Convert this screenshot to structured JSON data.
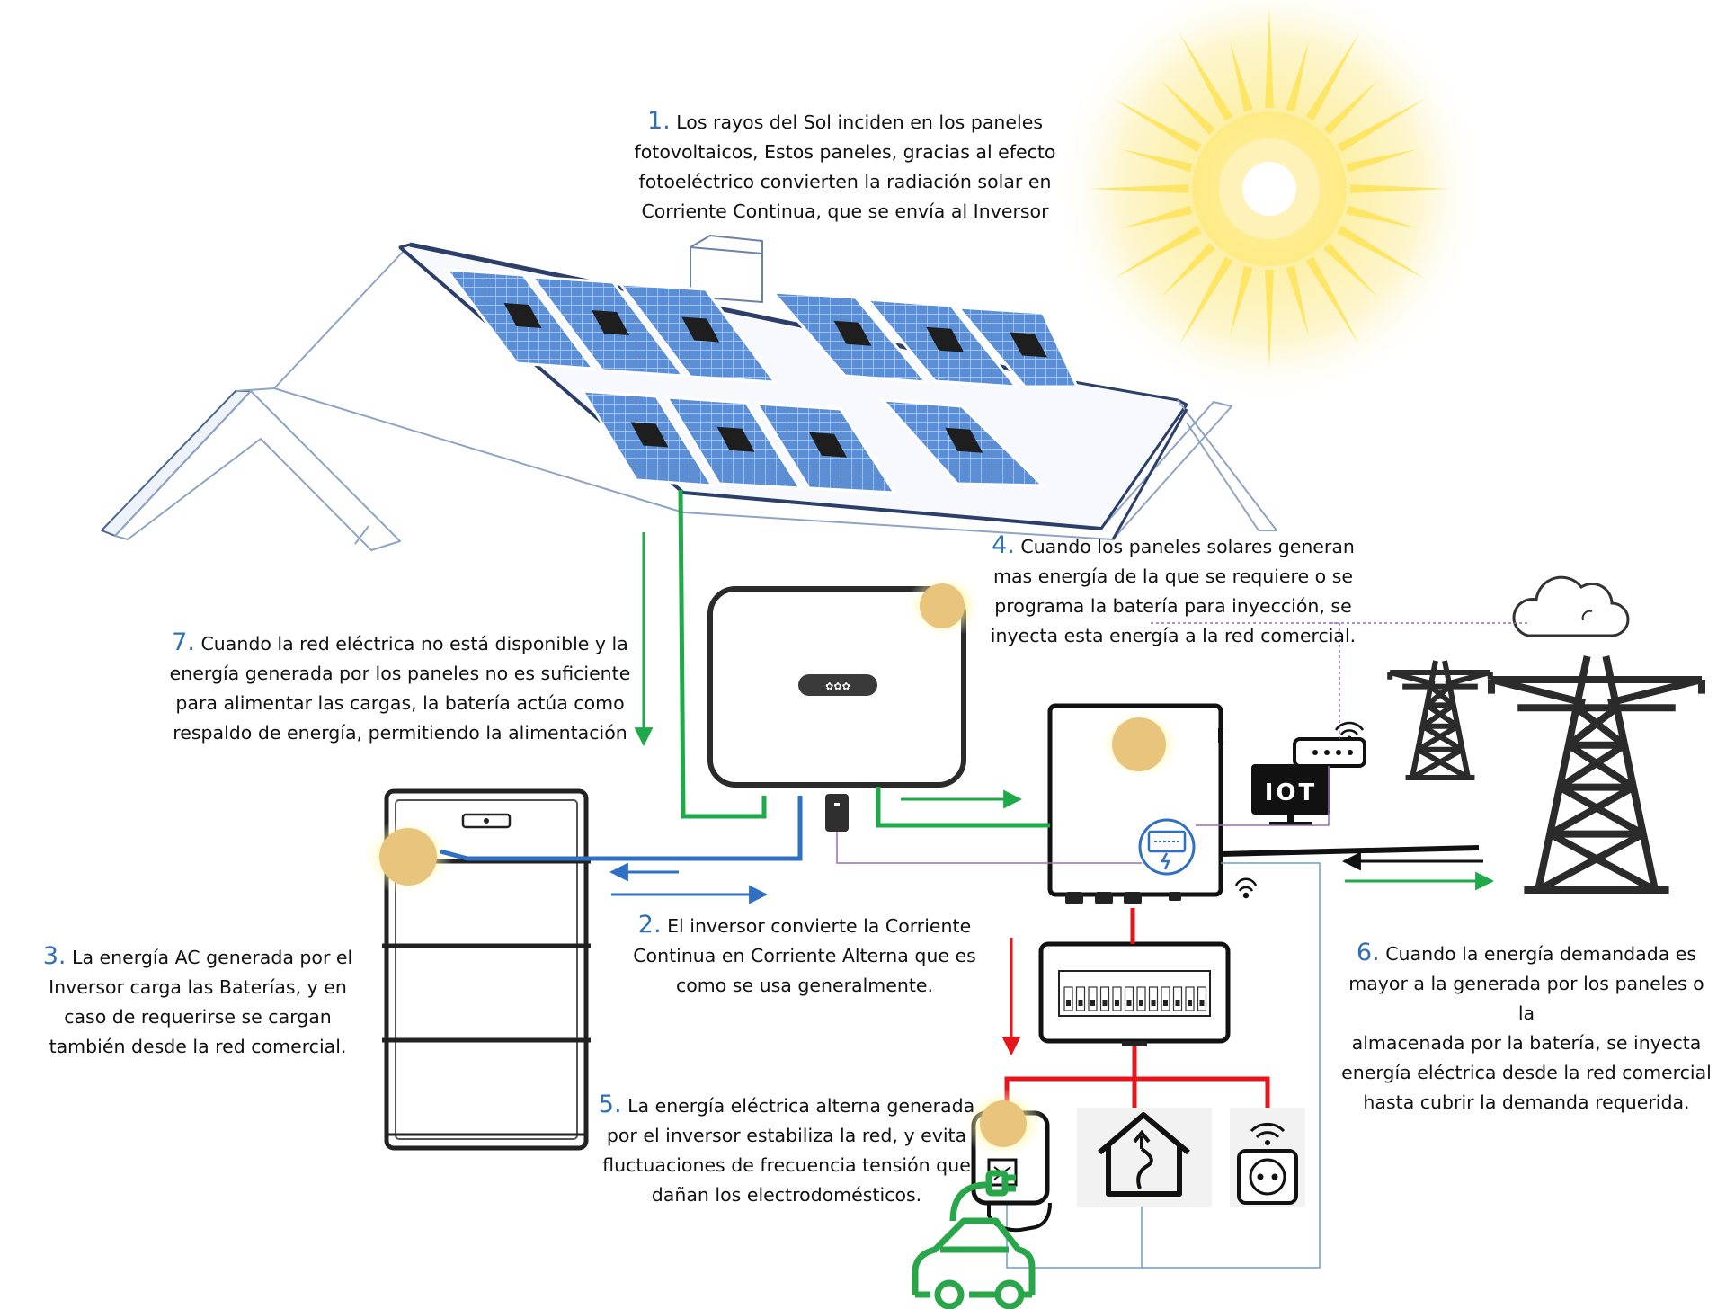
{
  "annotations": [
    {
      "number": "1.",
      "text": "Los rayos del Sol inciden en los paneles\nfotovoltaicos, Estos paneles, gracias al efecto\nfotoeléctrico convierten la radiación solar en\nCorriente Continua, que se envía al Inversor"
    },
    {
      "number": "2.",
      "text": "El inversor convierte la Corriente\nContinua en Corriente Alterna que es\ncomo se usa generalmente."
    },
    {
      "number": "3.",
      "text": "La energía AC generada por el\nInversor carga las Baterías, y en\ncaso de requerirse se cargan\ntambién desde la red comercial."
    },
    {
      "number": "4.",
      "text": "Cuando los paneles solares generan\nmas energía de la que se requiere o se\nprograma la batería para inyección, se\ninyecta esta energía a la red comercial."
    },
    {
      "number": "5.",
      "text": "La energía eléctrica alterna generada\npor el inversor estabiliza la red, y evita\nfluctuaciones de frecuencia tensión que\ndañan los electrodomésticos."
    },
    {
      "number": "6.",
      "text": "Cuando la energía demandada es\nmayor a la generada por los paneles o la\nalmacenada por la batería, se inyecta\nenergía eléctrica desde la red comercial\nhasta cubrir la demanda requerida."
    },
    {
      "number": "7.",
      "text": "Cuando la red eléctrica no está disponible y la\nenergía generada por los paneles no es suficiente\npara alimentar las cargas, la batería actúa como\nrespaldo de energía, permitiendo la alimentación"
    }
  ],
  "iot_label": "IOT",
  "colors": {
    "dc_flow": "#1faa4a",
    "battery_link": "#2f6fc4",
    "ac_load": "#e8141b",
    "grid": "#111111",
    "number": "#2f6fb5",
    "outline": "#2c3f6b",
    "panel": "#5b8fd4",
    "sun": "#fde96a"
  },
  "icons": [
    "sun-icon",
    "house-roof",
    "solar-panel",
    "inverter-icon",
    "hybrid-inverter-icon",
    "battery-stack-icon",
    "distribution-board-icon",
    "smart-meter-icon",
    "router-icon",
    "iot-monitor-icon",
    "cloud-icon",
    "transmission-tower-icon",
    "ev-charger-icon",
    "electric-car-icon",
    "smart-home-icon",
    "smart-socket-icon"
  ]
}
